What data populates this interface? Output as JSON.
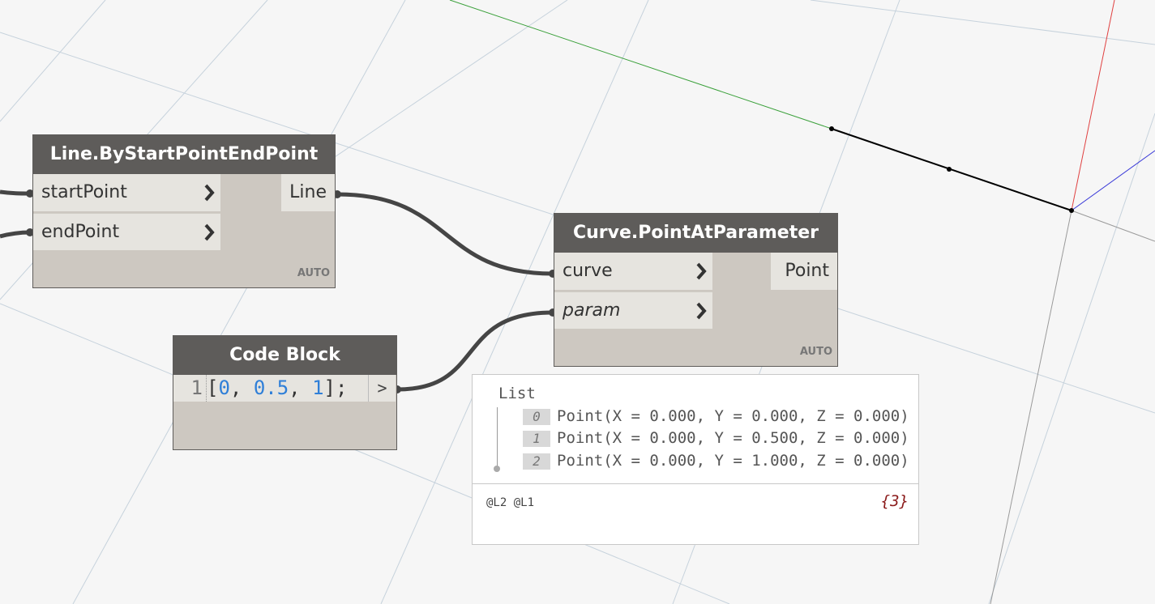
{
  "nodes": {
    "line_node": {
      "title": "Line.ByStartPointEndPoint",
      "inputs": [
        "startPoint",
        "endPoint"
      ],
      "output": "Line",
      "lacing": "AUTO"
    },
    "curve_node": {
      "title": "Curve.PointAtParameter",
      "inputs": [
        "curve",
        "param"
      ],
      "output": "Point",
      "lacing": "AUTO"
    },
    "code_block": {
      "title": "Code Block",
      "line_number": "1",
      "code_open": "[",
      "code_v1": "0",
      "code_sep1": ",",
      "code_v2": "0.5",
      "code_sep2": ",",
      "code_v3": "1",
      "code_close": "];",
      "output_glyph": ">"
    }
  },
  "preview": {
    "header": "List",
    "items": [
      {
        "index": "0",
        "value": "Point(X = 0.000, Y = 0.000, Z = 0.000)"
      },
      {
        "index": "1",
        "value": "Point(X = 0.000, Y = 0.500, Z = 0.000)"
      },
      {
        "index": "2",
        "value": "Point(X = 0.000, Y = 1.000, Z = 0.000)"
      }
    ],
    "levels": "@L2 @L1",
    "count": "{3}"
  },
  "colors": {
    "node_header": "#5e5c5a",
    "node_body": "#cdc8c1",
    "port_bg": "#e6e4df",
    "wire": "#454545",
    "code_number": "#2f7fd8",
    "axis_x": "#e04040",
    "axis_y": "#3aa03a",
    "axis_z": "#3a3ad8",
    "count_color": "#8b1a1a"
  },
  "icons": [
    "chevron-right-icon",
    "port-connector-icon"
  ]
}
